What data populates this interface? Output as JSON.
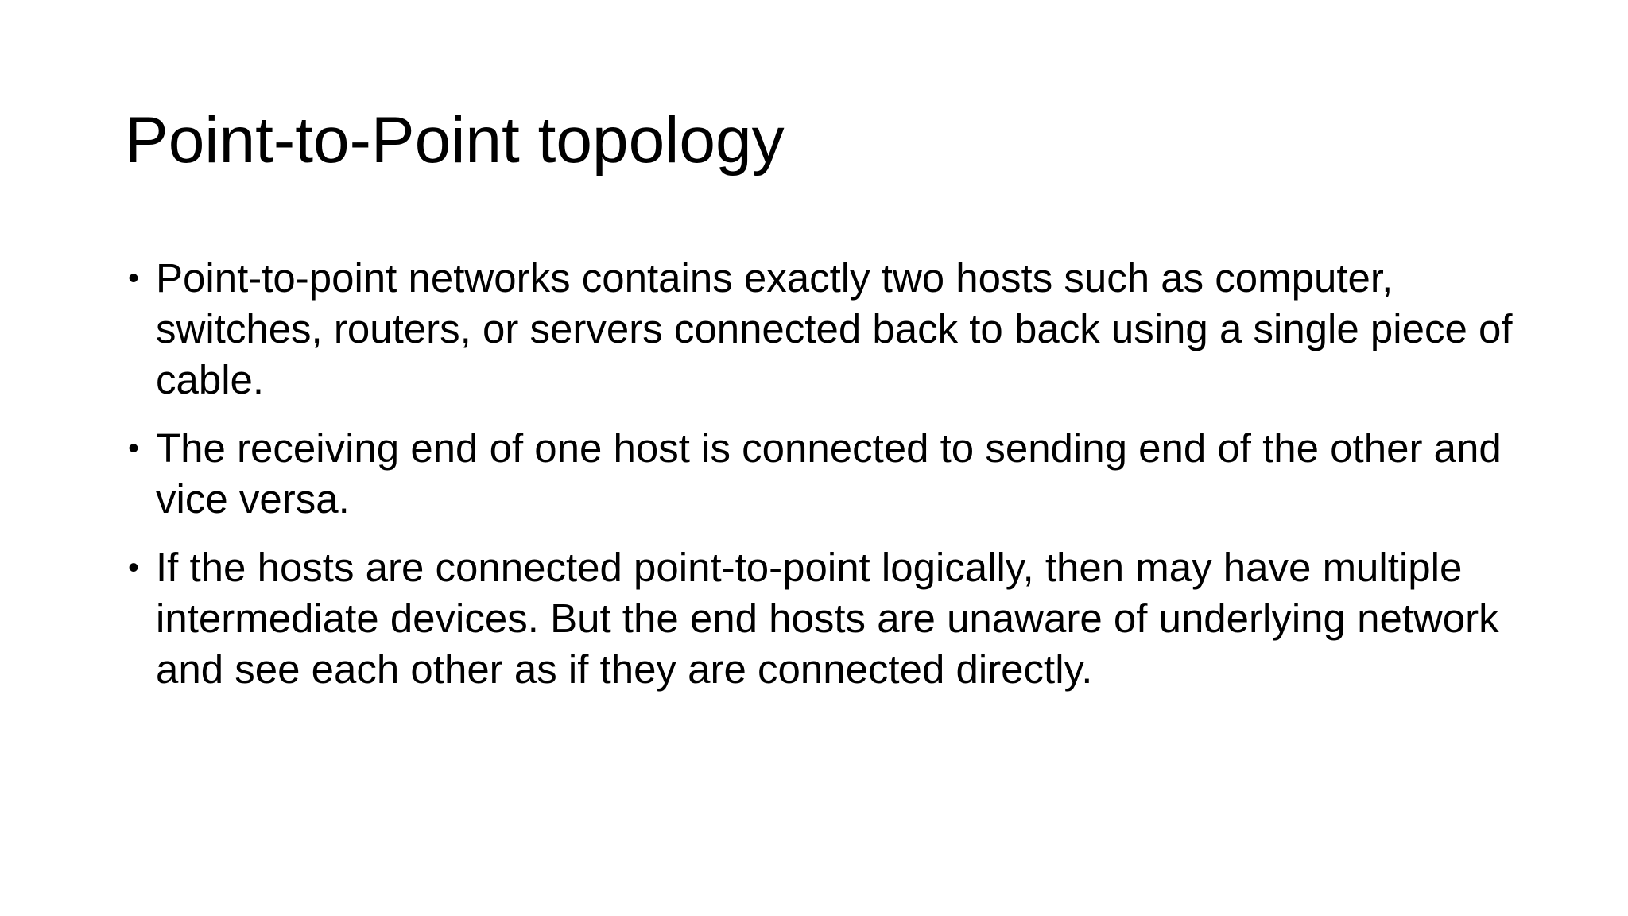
{
  "slide": {
    "title": "Point-to-Point topology",
    "bullet_glyph": "•",
    "bullets": [
      "Point-to-point networks contains exactly two hosts such as computer, switches, routers, or servers connected back to back using a single piece of cable.",
      "The receiving end of one host is connected to sending end of the other and vice versa.",
      "If the hosts are connected point-to-point logically, then may have multiple intermediate devices. But the end hosts are unaware of underlying network and see each other as if they are connected directly."
    ]
  }
}
